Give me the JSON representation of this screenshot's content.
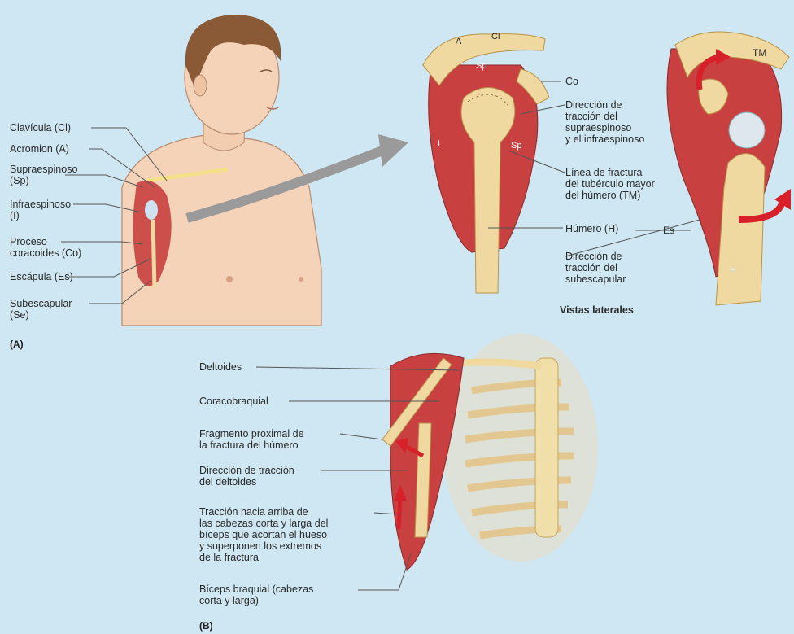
{
  "panel_a": {
    "tag": "(A)",
    "labels": {
      "clavicula": "Clavícula (Cl)",
      "acromion": "Acromion (A)",
      "supraespinoso": "Supraespinoso\n(Sp)",
      "infraespinoso": "Infraespinoso\n(I)",
      "coracoides": "Proceso\ncoracoides (Co)",
      "escapula": "Escápula (Es)",
      "subescapular": "Subescapular\n(Se)"
    },
    "bone_letters": {
      "A": "A",
      "Cl": "Cl",
      "Sp": "Sp",
      "I": "I",
      "Sp2": "Sp",
      "TM": "TM",
      "Es": "Es",
      "H": "H"
    },
    "right_labels": {
      "co": "Co",
      "direccion_supra": "Dirección de\ntracción del\nsupraespinoso\ny el infraespinoso",
      "linea_fractura": "Línea de fractura\ndel tubérculo mayor\ndel húmero (TM)",
      "humero": "Húmero (H)",
      "direccion_subesc": "Dirección de\ntracción del\nsubescapular",
      "vistas": "Vistas laterales"
    }
  },
  "panel_b": {
    "tag": "(B)",
    "labels": {
      "deltoides": "Deltoides",
      "coracobraquial": "Coracobraquial",
      "fragmento": "Fragmento proximal de\nla fractura del húmero",
      "direccion_deltoides": "Dirección de tracción\ndel deltoides",
      "traccion": "Tracción hacia arriba de\nlas cabezas corta y larga del\nbíceps que acortan el hueso\ny superponen los extremos\nde la fractura",
      "biceps": "Bíceps braquial (cabezas\ncorta y larga)"
    }
  },
  "colors": {
    "background": "#cfe7f2",
    "skin": "#f4d3b8",
    "muscle": "#c84040",
    "bone": "#f0d9a0",
    "arrow_red": "#d8202a",
    "leader": "#555555"
  }
}
